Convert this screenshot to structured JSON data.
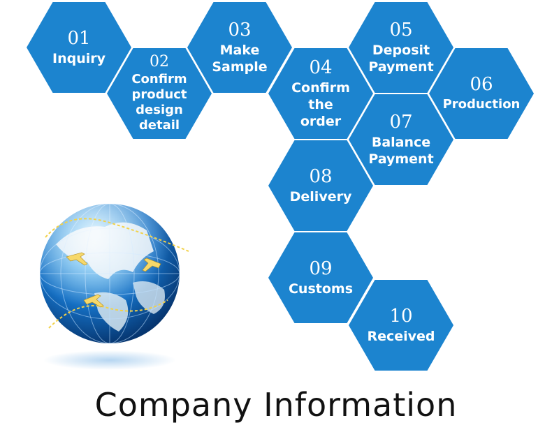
{
  "steps": [
    {
      "number": "01",
      "label": "Inquiry"
    },
    {
      "number": "02",
      "label": "Confirm product design detail"
    },
    {
      "number": "03",
      "label": "Make Sample"
    },
    {
      "number": "04",
      "label": "Confirm the order"
    },
    {
      "number": "05",
      "label": "Deposit Payment"
    },
    {
      "number": "06",
      "label": "Production"
    },
    {
      "number": "07",
      "label": "Balance Payment"
    },
    {
      "number": "08",
      "label": "Delivery"
    },
    {
      "number": "09",
      "label": "Customs"
    },
    {
      "number": "10",
      "label": "Received"
    }
  ],
  "footer": {
    "title": "Company Information"
  },
  "colors": {
    "hexagon": "#1c84cf",
    "text_on_hex": "#ffffff",
    "title": "#111111"
  },
  "globe": {
    "icon": "globe-with-airplanes-icon"
  }
}
